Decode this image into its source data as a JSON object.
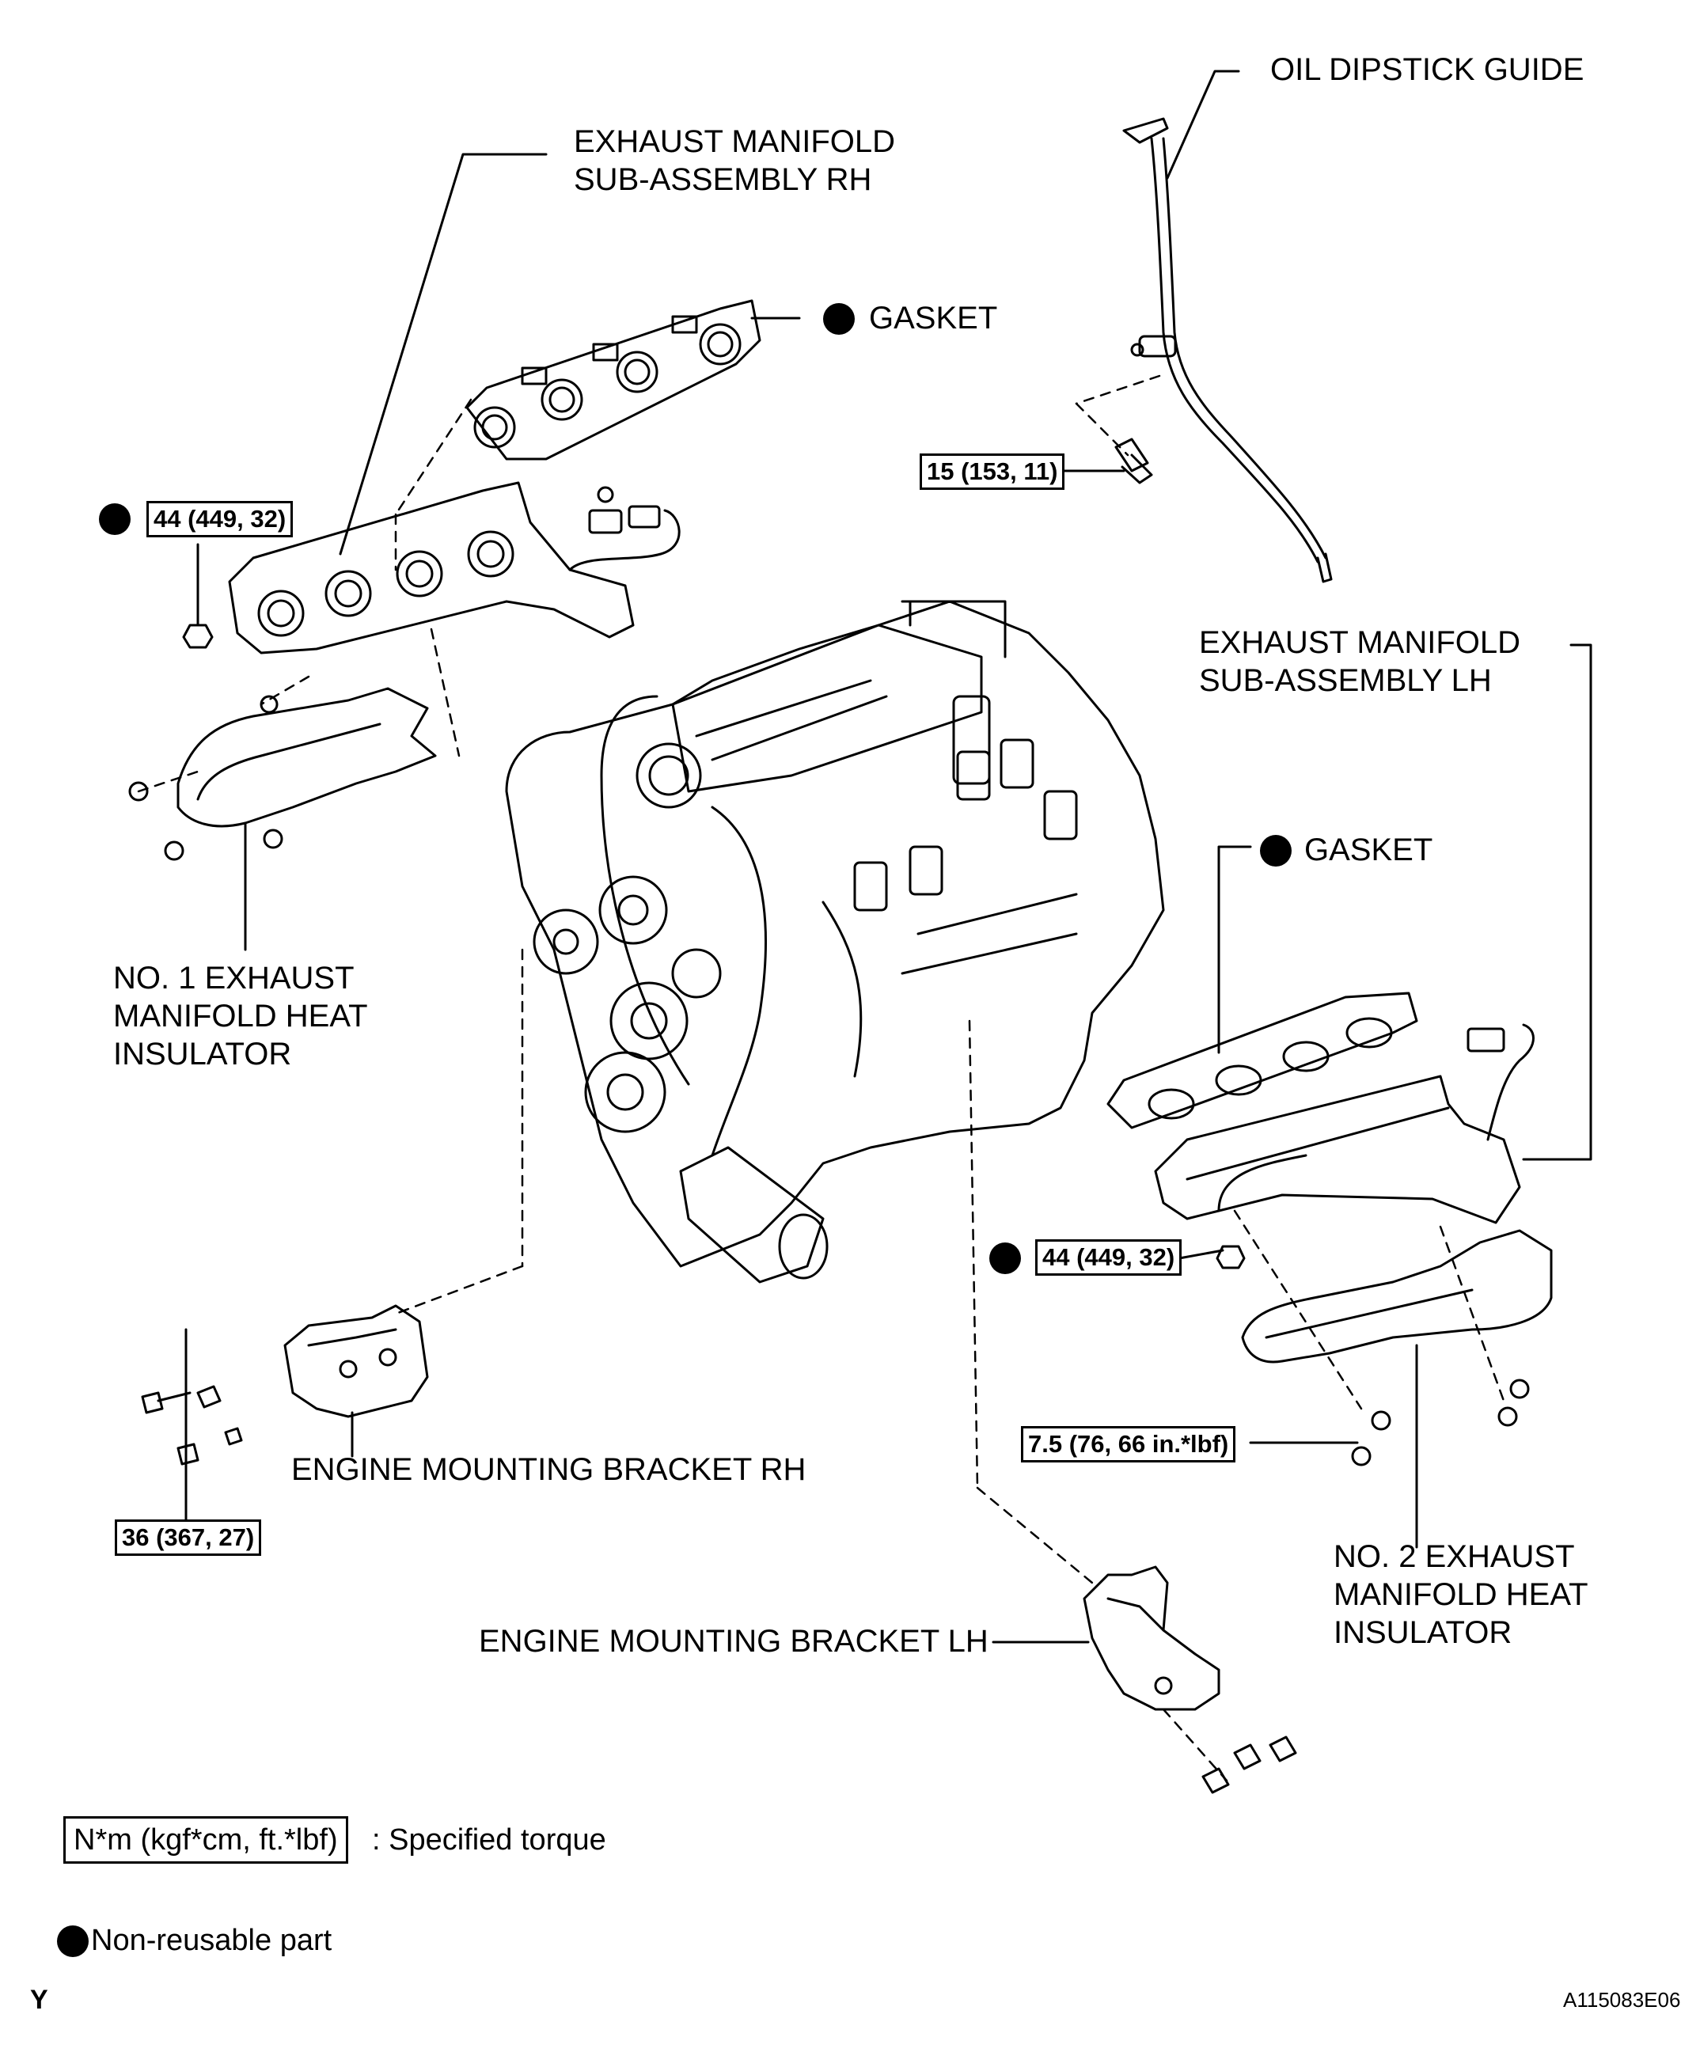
{
  "labels": {
    "oil_dipstick_guide": "OIL DIPSTICK GUIDE",
    "exhaust_manifold_rh_1": "EXHAUST MANIFOLD",
    "exhaust_manifold_rh_2": "SUB-ASSEMBLY RH",
    "gasket_rh": "GASKET",
    "exhaust_manifold_lh_1": "EXHAUST MANIFOLD",
    "exhaust_manifold_lh_2": "SUB-ASSEMBLY LH",
    "gasket_lh": "GASKET",
    "heat_insulator_1_a": "NO. 1 EXHAUST",
    "heat_insulator_1_b": "MANIFOLD HEAT",
    "heat_insulator_1_c": "INSULATOR",
    "heat_insulator_2_a": "NO. 2 EXHAUST",
    "heat_insulator_2_b": "MANIFOLD HEAT",
    "heat_insulator_2_c": "INSULATOR",
    "mount_bracket_rh": "ENGINE MOUNTING BRACKET RH",
    "mount_bracket_lh": "ENGINE MOUNTING BRACKET LH"
  },
  "torques": {
    "rh_manifold_nut": "44 (449, 32)",
    "dipstick_bolt": "15 (153, 11)",
    "lh_manifold_nut": "44 (449, 32)",
    "lh_insulator_bolt": "7.5 (76, 66 in.*lbf)",
    "rh_bracket_bolt": "36 (367, 27)"
  },
  "legend": {
    "torque_unit_box": "N*m (kgf*cm, ft.*lbf)",
    "torque_desc": ": Specified torque",
    "non_reusable": "Non-reusable part"
  },
  "footer": {
    "corner_mark": "Y",
    "figure_id": "A115083E06"
  }
}
